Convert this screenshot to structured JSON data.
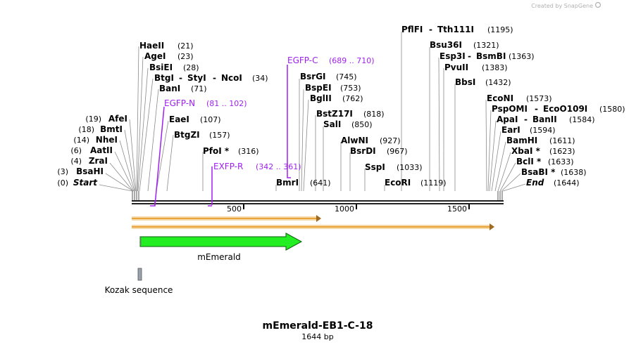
{
  "watermark": "Created by SnapGene",
  "title": "mEmerald-EB1-C-18",
  "subtitle": "1644 bp",
  "ruler": [
    "500",
    "1000",
    "1500"
  ],
  "sites": [
    {
      "name": "Start",
      "pos": "(0)"
    },
    {
      "name": "BsaHI",
      "pos": "(3)"
    },
    {
      "name": "ZraI",
      "pos": "(4)"
    },
    {
      "name": "AatII",
      "pos": "(6)"
    },
    {
      "name": "NheI",
      "pos": "(14)"
    },
    {
      "name": "BmtI",
      "pos": "(18)"
    },
    {
      "name": "AfeI",
      "pos": "(19)"
    },
    {
      "name": "HaeII",
      "pos": "(21)"
    },
    {
      "name": "AgeI",
      "pos": "(23)"
    },
    {
      "name": "BsiEI",
      "pos": "(28)"
    },
    {
      "name": "BtgI",
      "name2": "StyI",
      "name3": "NcoI",
      "pos": "(34)"
    },
    {
      "name": "BanI",
      "pos": "(71)"
    },
    {
      "name": "EaeI",
      "pos": "(107)"
    },
    {
      "name": "BtgZI",
      "pos": "(157)"
    },
    {
      "name": "PfoI *",
      "pos": "(316)"
    },
    {
      "name": "BmrI",
      "pos": "(641)"
    },
    {
      "name": "BsrGI",
      "pos": "(745)"
    },
    {
      "name": "BspEI",
      "pos": "(753)"
    },
    {
      "name": "BglII",
      "pos": "(762)"
    },
    {
      "name": "BstZ17I",
      "pos": "(818)"
    },
    {
      "name": "SalI",
      "pos": "(850)"
    },
    {
      "name": "AlwNI",
      "pos": "(927)"
    },
    {
      "name": "BsrDI",
      "pos": "(967)"
    },
    {
      "name": "SspI",
      "pos": "(1033)"
    },
    {
      "name": "EcoRI",
      "pos": "(1119)"
    },
    {
      "name": "PflFI",
      "name2": "Tth111I",
      "pos": "(1195)"
    },
    {
      "name": "Bsu36I",
      "pos": "(1321)"
    },
    {
      "name": "Esp3I",
      "name2": "BsmBI",
      "pos": "(1363)"
    },
    {
      "name": "PvuII",
      "pos": "(1383)"
    },
    {
      "name": "BbsI",
      "pos": "(1432)"
    },
    {
      "name": "EcoNI",
      "pos": "(1573)"
    },
    {
      "name": "PspOMI",
      "name2": "EcoO109I",
      "pos": "(1580)"
    },
    {
      "name": "ApaI",
      "name2": "BanII",
      "pos": "(1584)"
    },
    {
      "name": "EarI",
      "pos": "(1594)"
    },
    {
      "name": "BamHI",
      "pos": "(1611)"
    },
    {
      "name": "XbaI *",
      "pos": "(1623)"
    },
    {
      "name": "BclI *",
      "pos": "(1633)"
    },
    {
      "name": "BsaBI *",
      "pos": "(1638)"
    },
    {
      "name": "End",
      "pos": "(1644)"
    }
  ],
  "primers": [
    {
      "name": "EGFP-N",
      "range": "(81 .. 102)"
    },
    {
      "name": "EXFP-R",
      "range": "(342 .. 361)"
    },
    {
      "name": "EGFP-C",
      "range": "(689 .. 710)"
    }
  ],
  "features": {
    "gene": "mEmerald",
    "kozak": "Kozak sequence"
  },
  "colors": {
    "primer": "#a020f0",
    "gene_fill": "#22ee22",
    "orf_fill": "#f2a33a",
    "kozak_fill": "#9aa3ad"
  }
}
